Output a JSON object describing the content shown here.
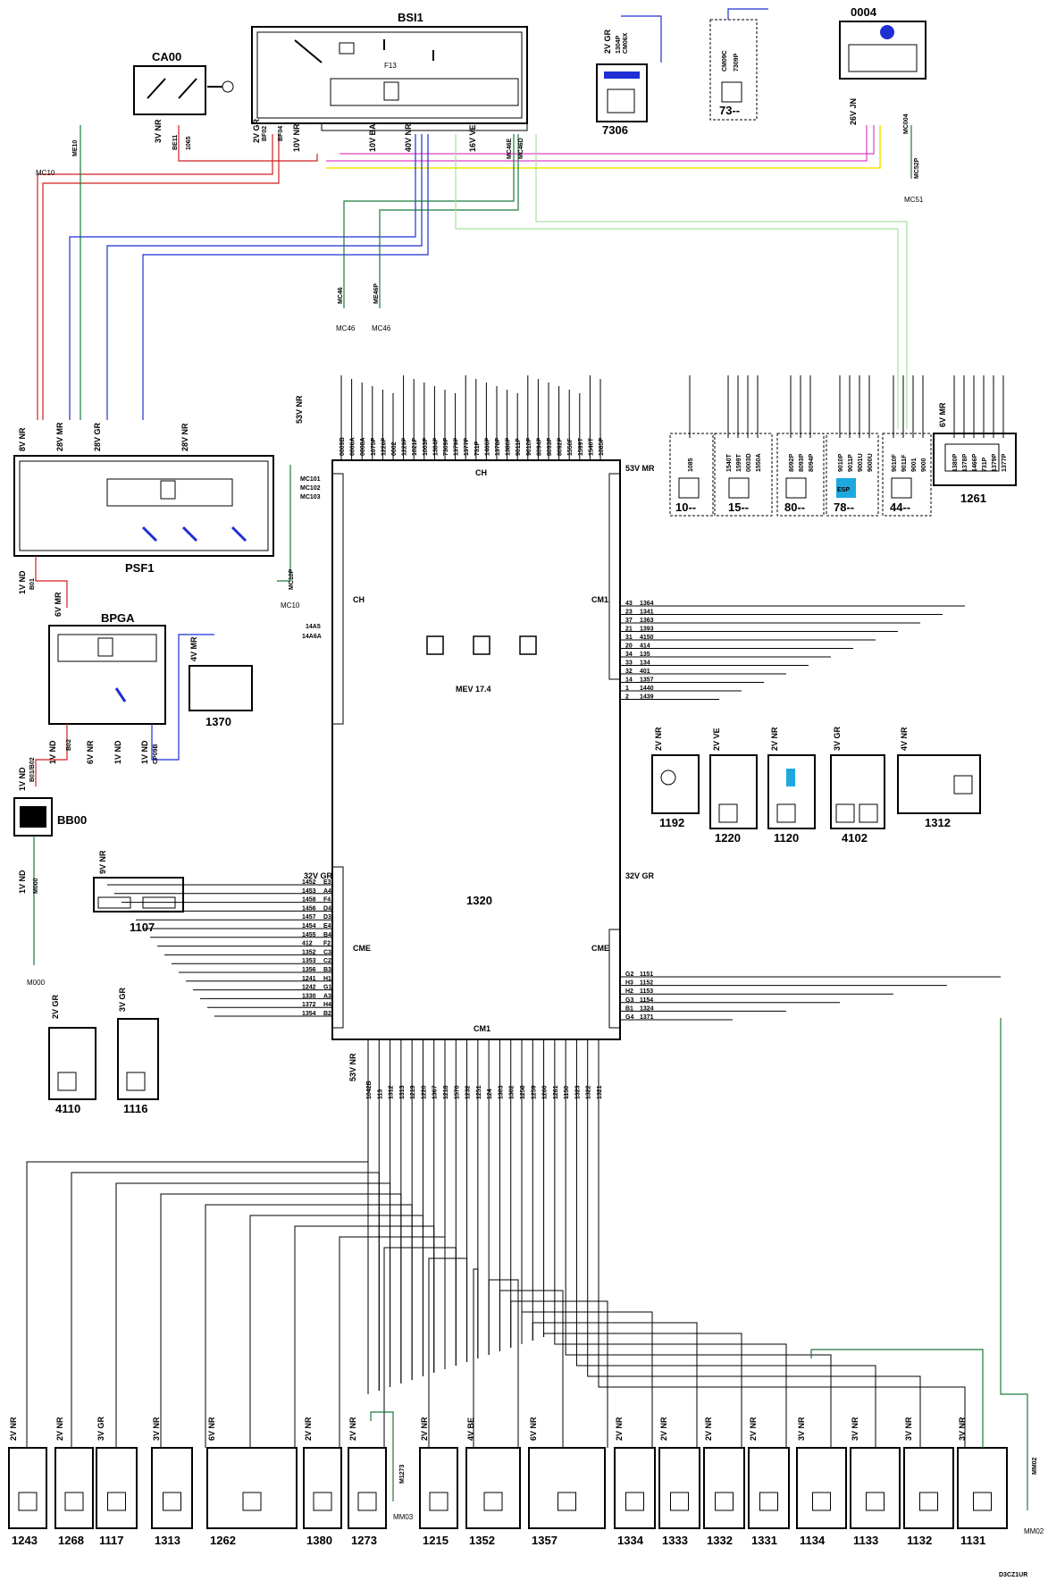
{
  "colors": {
    "wire": "#000000",
    "red": "#d41f1f",
    "blue": "#1f2fd4",
    "green": "#1a7a3a",
    "pink": "#e040c8",
    "yellow": "#f2e600",
    "lightgreen": "#a8e0a0"
  },
  "components": {
    "bsi1": "BSI1",
    "ca00": "CA00",
    "c7306": "7306",
    "c73": "73--",
    "c0004": "0004",
    "psf1": "PSF1",
    "bpga": "BPGA",
    "c1370": "1370",
    "bb00": "BB00",
    "c1107": "1107",
    "ecu": "1320",
    "ecu_model": "MEV 17.4",
    "c10": "10--",
    "c15": "15--",
    "c80": "80--",
    "c78": "78--",
    "c44": "44--",
    "c1261": "1261",
    "c1192": "1192",
    "c1220": "1220",
    "c1120": "1120",
    "c4102": "4102",
    "c1312": "1312",
    "c4110": "4110",
    "c1116": "1116",
    "c1243": "1243",
    "c1268": "1268",
    "c1117": "1117",
    "c1313": "1313",
    "c1262": "1262",
    "c1380": "1380",
    "c1273": "1273",
    "c1215": "1215",
    "c1352": "1352",
    "c1357": "1357",
    "c1334": "1334",
    "c1333": "1333",
    "c1332": "1332",
    "c1331": "1331",
    "c1134": "1134",
    "c1133": "1133",
    "c1132": "1132",
    "c1131": "1131"
  },
  "connectors": {
    "ca00": "3V NR",
    "bsi_a": "2V GR",
    "bsi_b": "10V NR",
    "bsi_c": "40V NR",
    "bsi_d": "10V BA",
    "bsi_e": "16V VE",
    "c7306": "2V GR",
    "c0004": "26V JN",
    "psf1_a": "8V NR",
    "psf1_b": "28V MR",
    "psf1_c": "28V GR",
    "psf1_d": "28V NR",
    "ecu_top": "53V NR",
    "ecu_top_r": "53V MR",
    "ecu_mid_l": "32V GR",
    "ecu_mid_r": "32V GR",
    "ecu_bot": "53V NR",
    "bpga_top": "6V MR",
    "bpga_b1": "1V ND",
    "bpga_b2": "6V NR",
    "bpga_b3": "1V ND",
    "bpga_b4": "1V ND",
    "c1370": "4V MR",
    "bb00_top": "1V ND",
    "bb00_bot": "1V ND",
    "psf1_bot": "1V ND",
    "c1107": "9V NR",
    "c1261": "6V MR",
    "c1192": "2V NR",
    "c1220": "2V VE",
    "c1120": "2V NR",
    "c4102": "3V GR",
    "c1312": "4V NR",
    "c4110": "2V GR",
    "c1116": "3V GR",
    "c1243": "2V NR",
    "c1268": "2V NR",
    "c1117": "3V GR",
    "c1313": "3V NR",
    "c1262": "6V NR",
    "c1380": "2V NR",
    "c1273": "2V NR",
    "c1215": "2V NR",
    "c1352": "4V BE",
    "c1357": "6V NR",
    "c1334": "2V NR",
    "c1333": "2V NR",
    "c1332": "2V NR",
    "c1331": "2V NR",
    "c1134": "3V NR",
    "c1133": "3V NR",
    "c1132": "3V NR",
    "c1131": "3V NR"
  },
  "ecu_labels": {
    "ch_top": "CH",
    "ch_left": "CH",
    "cm1_right": "CM1",
    "cme_left": "CME",
    "cme_right": "CME",
    "cm1_bot": "CM1"
  },
  "grounds": {
    "mc10": "MC10",
    "mc46": "MC46",
    "mc51": "MC51",
    "m000": "M000",
    "mm03": "MM03",
    "mm02": "MM02"
  },
  "wire_labels": {
    "be10": "ME10",
    "bf02": "BF02",
    "bf04": "BF04",
    "be11": "BE11",
    "w1065": "1065",
    "mc46e": "MC46E",
    "mc46d": "MC46D",
    "mc46": "MC46",
    "mc46p": "ME46P",
    "mc004": "MC004",
    "mc52p": "MC52P",
    "mc10p": "MC10P",
    "cm06x": "CM06X",
    "cm09c": "CM09C",
    "w7309p": "7309P",
    "w1304p": "1304P",
    "b01": "B01",
    "b02": "B02",
    "b01b02": "B01/B02",
    "cp09b": "CP09B",
    "m000w": "M000",
    "m1273": "M1273",
    "mm02w": "MM02",
    "w14a5": "14A5",
    "w14a6a": "14A6A",
    "mc101": "MC101",
    "mc102": "MC102",
    "mc103": "MC103"
  },
  "ecu_top_pins": [
    "0009B",
    "0006A",
    "0008A",
    "1075P",
    "1226P",
    "0002",
    "1229P",
    "1021P",
    "1003P",
    "1384P",
    "7309P",
    "1379P",
    "1377P",
    "731P",
    "1466P",
    "1378P",
    "1380P",
    "9011P",
    "9010P",
    "8094P",
    "8093P",
    "8092P",
    "1550F",
    "1599T",
    "1540T",
    "1085P"
  ],
  "ecu_right_pins": [
    [
      "43",
      "1364"
    ],
    [
      "23",
      "1341"
    ],
    [
      "37",
      "1363"
    ],
    [
      "21",
      "1393"
    ],
    [
      "31",
      "4150"
    ],
    [
      "20",
      "414"
    ],
    [
      "34",
      "135"
    ],
    [
      "33",
      "134"
    ],
    [
      "32",
      "401"
    ],
    [
      "14",
      "1357"
    ],
    [
      "1",
      "1440"
    ],
    [
      "2",
      "1439"
    ]
  ],
  "ecu_left_pins": [
    [
      "E3",
      "1452"
    ],
    [
      "A4",
      "1453"
    ],
    [
      "F4",
      "1458"
    ],
    [
      "D4",
      "1456"
    ],
    [
      "D3",
      "1457"
    ],
    [
      "E4",
      "1454"
    ],
    [
      "B4",
      "1455"
    ],
    [
      "F2",
      "412"
    ],
    [
      "C3",
      "1352"
    ],
    [
      "C2",
      "1353"
    ],
    [
      "B3",
      "1356"
    ],
    [
      "H1",
      "1241"
    ],
    [
      "G1",
      "1242"
    ],
    [
      "A3",
      "1330"
    ],
    [
      "H4",
      "1372"
    ],
    [
      "B2",
      "1354"
    ]
  ],
  "ecu_right2_pins": [
    [
      "G2",
      "1151"
    ],
    [
      "H3",
      "1152"
    ],
    [
      "H2",
      "1153"
    ],
    [
      "G3",
      "1154"
    ],
    [
      "B1",
      "1324"
    ],
    [
      "G4",
      "1371"
    ]
  ],
  "ecu_bot_pins": [
    "1042B",
    "113",
    "1312",
    "1313",
    "1219",
    "1220",
    "1367",
    "1218",
    "1570",
    "1232",
    "1251",
    "124",
    "1303",
    "1302",
    "1258",
    "1259",
    "1260",
    "1261",
    "1150",
    "1323",
    "1322",
    "1321"
  ],
  "sensor_boxes": {
    "c10_pins": [
      "1085"
    ],
    "c15_pins": [
      "1540T",
      "1599T",
      "0003D",
      "1550A"
    ],
    "c80_pins": [
      "8092P",
      "8093P",
      "8094P"
    ],
    "c78_pins": [
      "9010P",
      "9011P",
      "9001U",
      "9000U"
    ],
    "c44_pins": [
      "9010F",
      "9011F",
      "9001",
      "9000"
    ],
    "c1261_pins": [
      "1380P",
      "1378P",
      "1466P",
      "731P",
      "1379P",
      "1377P"
    ]
  },
  "esp_label": "ESP",
  "footer": "D3CZ1UR"
}
